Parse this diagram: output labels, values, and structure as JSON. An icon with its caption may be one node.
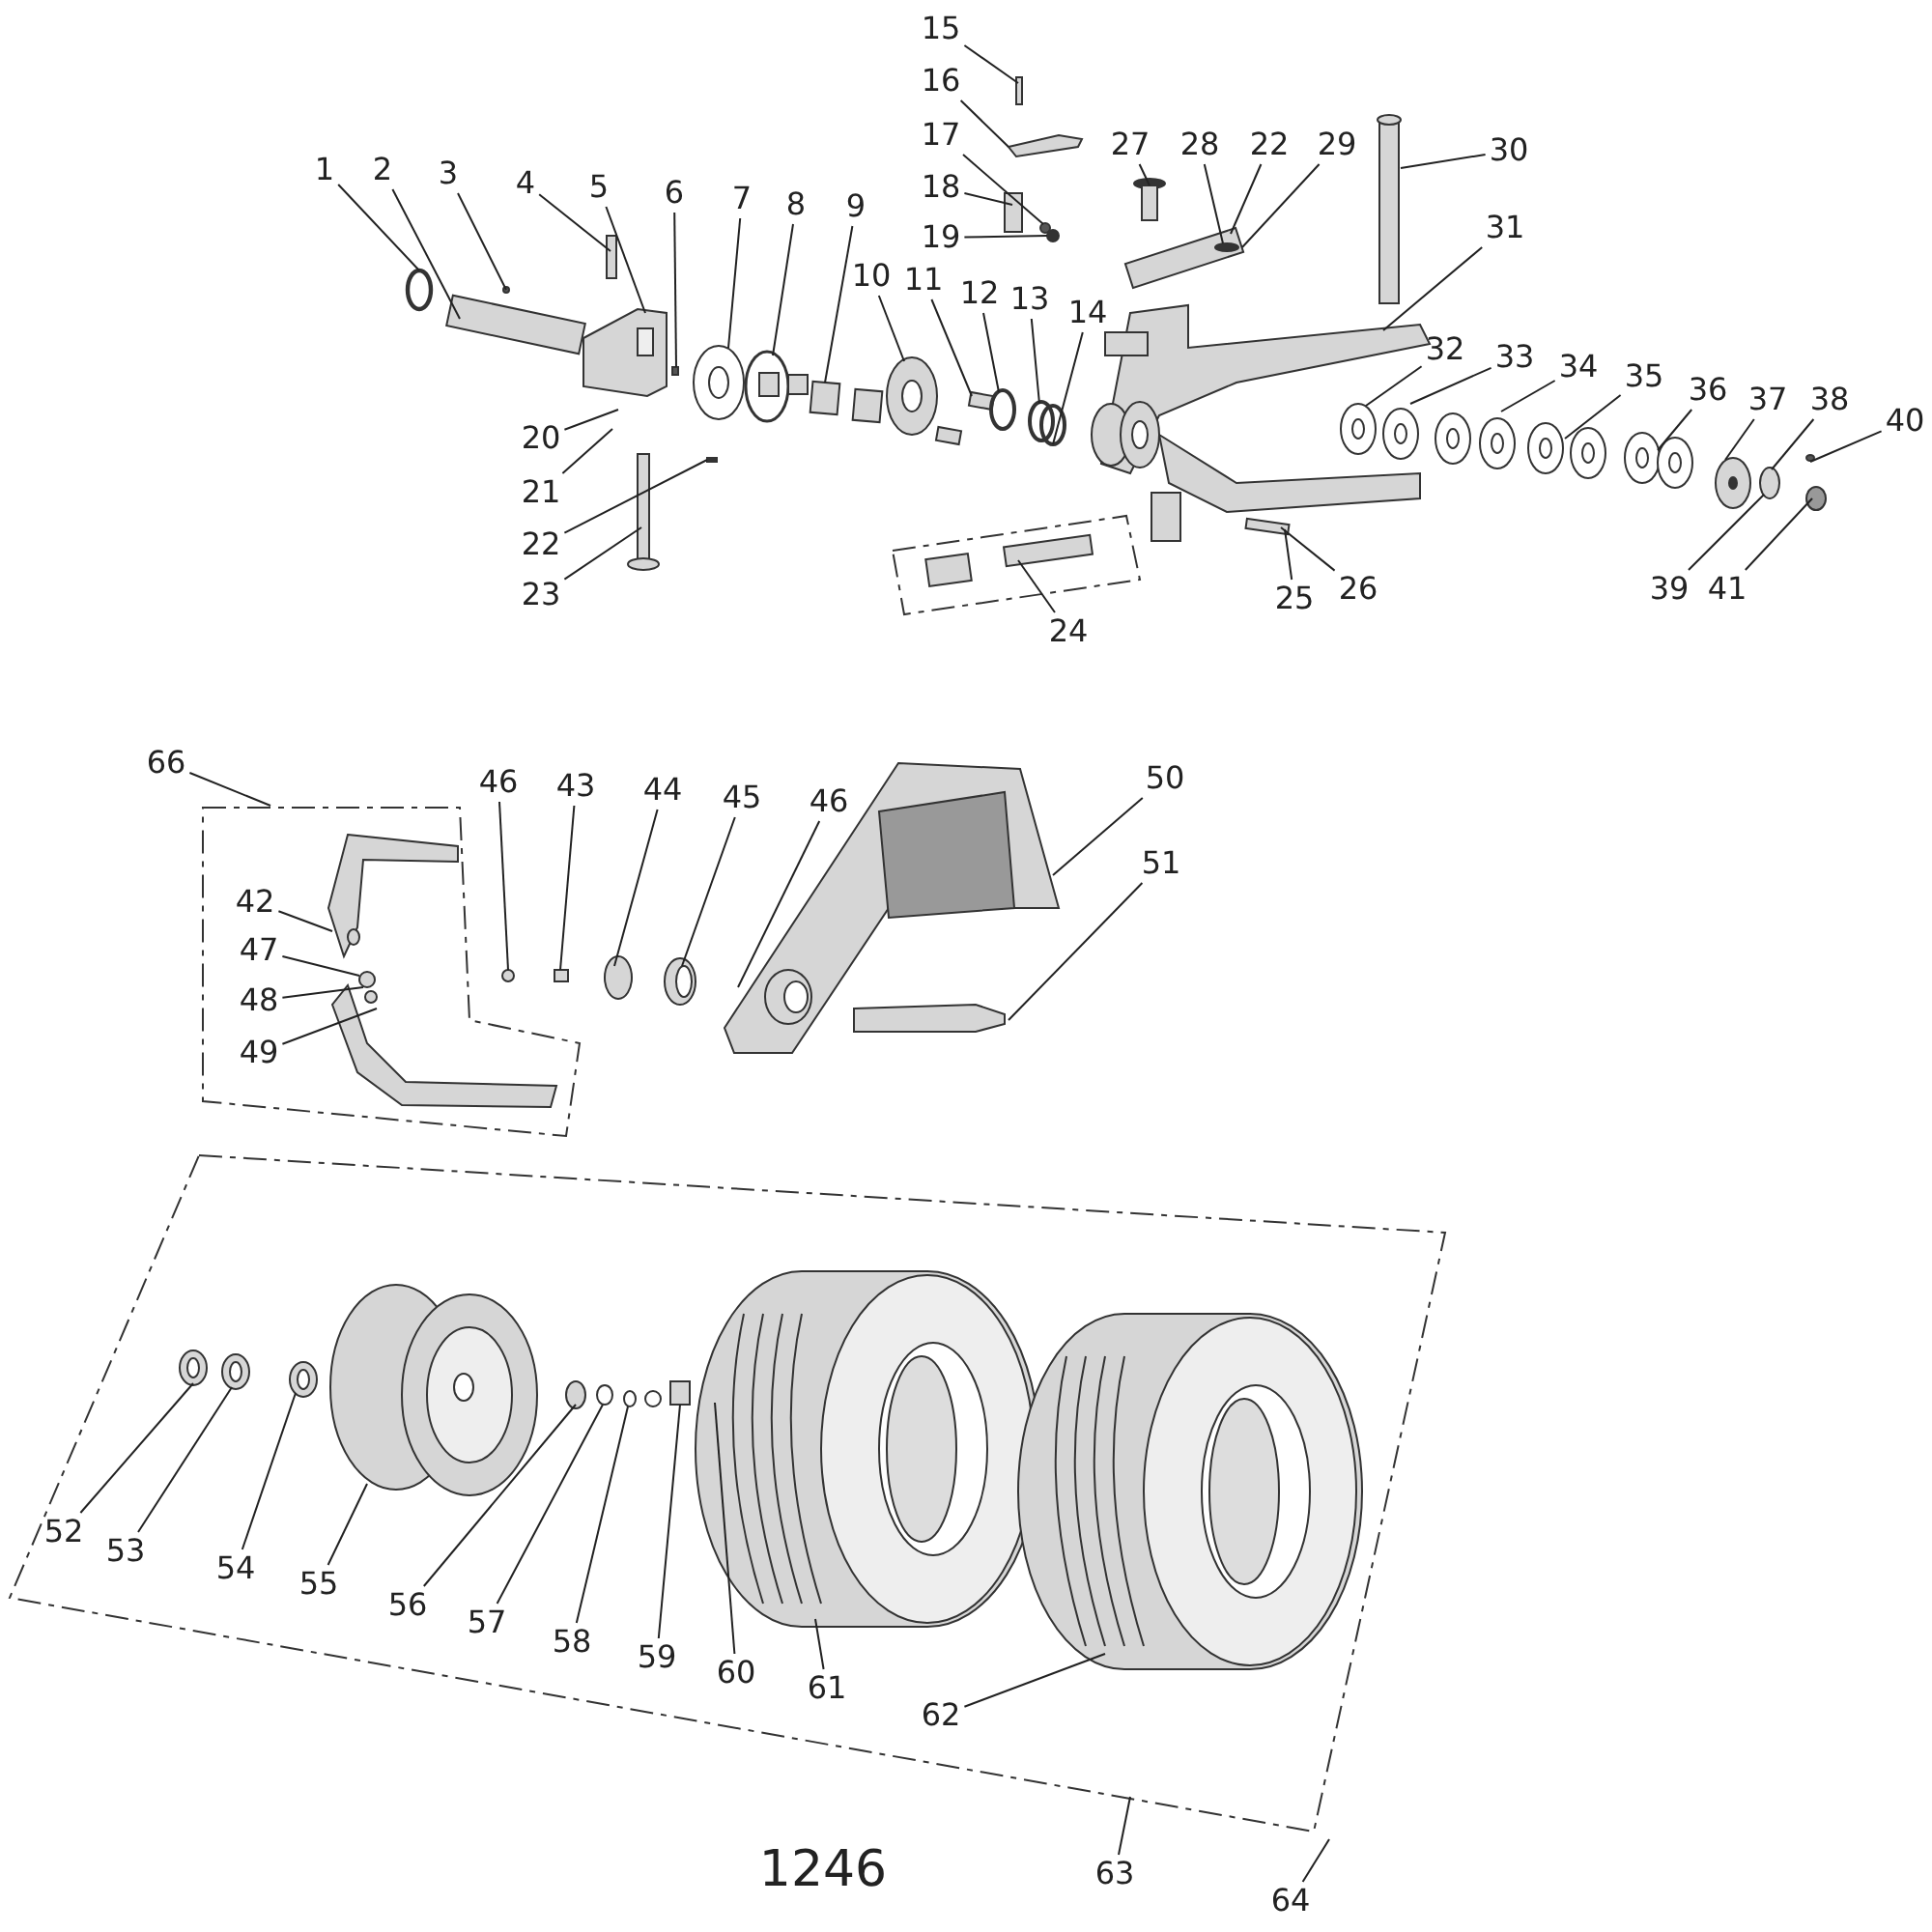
{
  "diagram": {
    "nodes": [
      {
        "text": [
          "1"
        ]
      },
      {
        "text": [
          "2"
        ]
      },
      {
        "text": [
          "3"
        ]
      },
      {
        "text": [
          "4"
        ]
      },
      {
        "text": [
          "5"
        ]
      },
      {
        "text": [
          "6"
        ]
      },
      {
        "text": [
          "7"
        ]
      },
      {
        "text": [
          "8"
        ]
      },
      {
        "text": [
          "9"
        ]
      },
      {
        "text": [
          "10"
        ]
      },
      {
        "text": [
          "11"
        ]
      },
      {
        "text": [
          "12"
        ]
      },
      {
        "text": [
          "13"
        ]
      },
      {
        "text": [
          "14"
        ]
      },
      {
        "text": [
          "15"
        ]
      },
      {
        "text": [
          "16"
        ]
      },
      {
        "text": [
          "17"
        ]
      },
      {
        "text": [
          "18"
        ]
      },
      {
        "text": [
          "19"
        ]
      },
      {
        "text": [
          "20"
        ]
      },
      {
        "text": [
          "21"
        ]
      },
      {
        "text": [
          "22"
        ]
      },
      {
        "text": [
          "23"
        ]
      },
      {
        "text": [
          "24"
        ]
      },
      {
        "text": [
          "25"
        ]
      },
      {
        "text": [
          "26"
        ]
      },
      {
        "text": [
          "27"
        ]
      },
      {
        "text": [
          "28"
        ]
      },
      {
        "text": [
          "22"
        ]
      },
      {
        "text": [
          "29"
        ]
      },
      {
        "text": [
          "30"
        ]
      },
      {
        "text": [
          "31"
        ]
      },
      {
        "text": [
          "32"
        ]
      },
      {
        "text": [
          "33"
        ]
      },
      {
        "text": [
          "34"
        ]
      },
      {
        "text": [
          "35"
        ]
      },
      {
        "text": [
          "36"
        ]
      },
      {
        "text": [
          "37"
        ]
      },
      {
        "text": [
          "38"
        ]
      },
      {
        "text": [
          "39"
        ]
      },
      {
        "text": [
          "40"
        ]
      },
      {
        "text": [
          "41"
        ]
      },
      {
        "text": [
          "66"
        ]
      },
      {
        "text": [
          "46"
        ]
      },
      {
        "text": [
          "43"
        ]
      },
      {
        "text": [
          "44"
        ]
      },
      {
        "text": [
          "45"
        ]
      },
      {
        "text": [
          "46"
        ]
      },
      {
        "text": [
          "50"
        ]
      },
      {
        "text": [
          "51"
        ]
      },
      {
        "text": [
          "42"
        ]
      },
      {
        "text": [
          "47"
        ]
      },
      {
        "text": [
          "48"
        ]
      },
      {
        "text": [
          "49"
        ]
      },
      {
        "text": [
          "52"
        ]
      },
      {
        "text": [
          "53"
        ]
      },
      {
        "text": [
          "54"
        ]
      },
      {
        "text": [
          "55"
        ]
      },
      {
        "text": [
          "56"
        ]
      },
      {
        "text": [
          "57"
        ]
      },
      {
        "text": [
          "58"
        ]
      },
      {
        "text": [
          "59"
        ]
      },
      {
        "text": [
          "60"
        ]
      },
      {
        "text": [
          "61"
        ]
      },
      {
        "text": [
          "62"
        ]
      },
      {
        "text": [
          "63"
        ]
      },
      {
        "text": [
          "64"
        ]
      }
    ],
    "edges": [
      {
        "from": 0,
        "to": null,
        "arrow": "none"
      },
      {
        "from": 1,
        "to": null,
        "arrow": "none"
      },
      {
        "from": 2,
        "to": null,
        "arrow": "none"
      },
      {
        "from": 3,
        "to": null,
        "arrow": "none"
      },
      {
        "from": 4,
        "to": null,
        "arrow": "none"
      },
      {
        "from": 5,
        "to": null,
        "arrow": "none"
      },
      {
        "from": 6,
        "to": null,
        "arrow": "none"
      },
      {
        "from": 7,
        "to": null,
        "arrow": "none"
      },
      {
        "from": 8,
        "to": null,
        "arrow": "none"
      },
      {
        "from": 9,
        "to": null,
        "arrow": "none"
      },
      {
        "from": 10,
        "to": null,
        "arrow": "none"
      },
      {
        "from": 11,
        "to": null,
        "arrow": "none"
      },
      {
        "from": 12,
        "to": null,
        "arrow": "none"
      },
      {
        "from": 13,
        "to": null,
        "arrow": "none"
      },
      {
        "from": 14,
        "to": null,
        "arrow": "none"
      },
      {
        "from": 15,
        "to": null,
        "arrow": "none"
      },
      {
        "from": 16,
        "to": null,
        "arrow": "none"
      },
      {
        "from": 17,
        "to": null,
        "arrow": "none"
      },
      {
        "from": 18,
        "to": null,
        "arrow": "none"
      },
      {
        "from": 19,
        "to": null,
        "arrow": "none"
      },
      {
        "from": 20,
        "to": null,
        "arrow": "none"
      },
      {
        "from": 21,
        "to": null,
        "arrow": "none"
      },
      {
        "from": 22,
        "to": null,
        "arrow": "none"
      },
      {
        "from": 23,
        "to": null,
        "arrow": "none"
      },
      {
        "from": 24,
        "to": null,
        "arrow": "none"
      },
      {
        "from": 25,
        "to": null,
        "arrow": "none"
      },
      {
        "from": 26,
        "to": null,
        "arrow": "none"
      },
      {
        "from": 27,
        "to": null,
        "arrow": "none"
      },
      {
        "from": 28,
        "to": null,
        "arrow": "none"
      },
      {
        "from": 29,
        "to": null,
        "arrow": "none"
      },
      {
        "from": 30,
        "to": null,
        "arrow": "none"
      },
      {
        "from": 31,
        "to": null,
        "arrow": "none"
      },
      {
        "from": 32,
        "to": null,
        "arrow": "none"
      },
      {
        "from": 33,
        "to": null,
        "arrow": "none"
      },
      {
        "from": 34,
        "to": null,
        "arrow": "none"
      },
      {
        "from": 35,
        "to": null,
        "arrow": "none"
      },
      {
        "from": 36,
        "to": null,
        "arrow": "none"
      },
      {
        "from": 37,
        "to": null,
        "arrow": "none"
      },
      {
        "from": 38,
        "to": null,
        "arrow": "none"
      },
      {
        "from": 39,
        "to": null,
        "arrow": "none"
      },
      {
        "from": 40,
        "to": null,
        "arrow": "none"
      },
      {
        "from": 41,
        "to": null,
        "arrow": "none"
      },
      {
        "from": 42,
        "to": null,
        "arrow": "none"
      },
      {
        "from": 43,
        "to": null,
        "arrow": "none"
      },
      {
        "from": 44,
        "to": null,
        "arrow": "none"
      },
      {
        "from": 45,
        "to": null,
        "arrow": "none"
      },
      {
        "from": 46,
        "to": null,
        "arrow": "none"
      },
      {
        "from": 47,
        "to": null,
        "arrow": "none"
      },
      {
        "from": 48,
        "to": null,
        "arrow": "none"
      },
      {
        "from": 49,
        "to": null,
        "arrow": "none"
      },
      {
        "from": 50,
        "to": null,
        "arrow": "none"
      },
      {
        "from": 51,
        "to": null,
        "arrow": "none"
      },
      {
        "from": 52,
        "to": null,
        "arrow": "none"
      },
      {
        "from": 53,
        "to": null,
        "arrow": "none"
      },
      {
        "from": 54,
        "to": null,
        "arrow": "none"
      },
      {
        "from": 55,
        "to": null,
        "arrow": "none"
      },
      {
        "from": 56,
        "to": null,
        "arrow": "none"
      },
      {
        "from": 57,
        "to": null,
        "arrow": "none"
      },
      {
        "from": 58,
        "to": null,
        "arrow": "none"
      },
      {
        "from": 59,
        "to": null,
        "arrow": "none"
      },
      {
        "from": 60,
        "to": null,
        "arrow": "none"
      },
      {
        "from": 61,
        "to": null,
        "arrow": "none"
      },
      {
        "from": 62,
        "to": null,
        "arrow": "none"
      },
      {
        "from": 63,
        "to": null,
        "arrow": "none"
      },
      {
        "from": 64,
        "to": null,
        "arrow": "none"
      },
      {
        "from": 65,
        "to": null,
        "arrow": "none"
      },
      {
        "from": 66,
        "to": null,
        "arrow": "none"
      }
    ],
    "labels": [
      "1246"
    ]
  }
}
